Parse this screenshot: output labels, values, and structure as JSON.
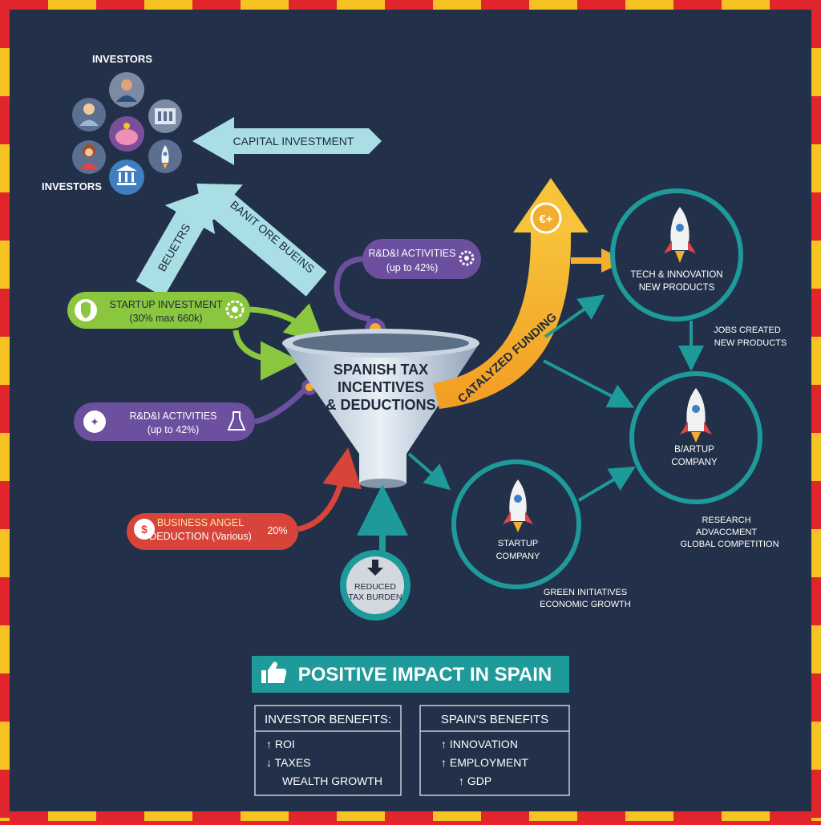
{
  "colors": {
    "background": "#223149",
    "border_red": "#e0262c",
    "border_yellow": "#f6c422",
    "light_arrow": "#a9dfe4",
    "green": "#8bc63f",
    "purple": "#6c4f9e",
    "red": "#d8443a",
    "orange": "#f4ad2f",
    "teal": "#1e9a9a",
    "text_light": "#ffffff",
    "text_dark": "#1e2a3c"
  },
  "investors": {
    "label_top": "INVESTORS",
    "label_bottom": "INVESTORS",
    "icons": [
      "person-icon",
      "businessman-icon",
      "bank-building-icon",
      "piggy-bank-icon",
      "woman-icon",
      "rocket-icon",
      "bank-icon"
    ]
  },
  "flows": {
    "capital_investment": "CAPITAL INVESTMENT",
    "benefits_arrow": "BEUETRS",
    "bank_arrow": "BANIT ORE BUEINS",
    "catalyzed_funding": "CATALYZED FUNDING",
    "euro_symbol": "€+"
  },
  "incentives": {
    "startup_investment": {
      "title": "STARTUP INVESTMENT",
      "detail": "(30% max 660k)"
    },
    "rd_top": {
      "title": "R&D&I ACTIVITIES",
      "detail": "(up to 42%)"
    },
    "rd_left": {
      "title": "R&D&I ACTIVITIES",
      "detail": "(up to 42%)"
    },
    "business_angel": {
      "title": "BUSINESS ANGEL",
      "detail": "DEDUCTION (Various)",
      "rate": "20%"
    }
  },
  "funnel": {
    "line1": "SPANISH TAX",
    "line2": "INCENTIVES",
    "line3": "& DEDUCTIONS"
  },
  "reduced_tax": {
    "line1": "REDUCED",
    "line2": "TAX BURDEN"
  },
  "outcomes": {
    "tech": {
      "line1": "TECH & INNOVATION",
      "line2": "NEW PRODUCTS"
    },
    "startup_right": {
      "line1": "B/ARTUP",
      "line2": "COMPANY"
    },
    "startup_bottom": {
      "line1": "STARTUP",
      "line2": "COMPANY"
    },
    "jobs": {
      "line1": "JOBS CREATED",
      "line2": "NEW PRODUCTS"
    },
    "research": {
      "line1": "RESEARCH",
      "line2": "ADVACCMENT",
      "line3": "GLOBAL COMPETITION"
    },
    "green": {
      "line1": "GREEN INITIATIVES",
      "line2": "ECONOMIC GROWTH"
    }
  },
  "impact": {
    "banner": "POSITIVE IMPACT IN SPAIN",
    "investor_title": "INVESTOR BENEFITS:",
    "investor_items": [
      "↑ ROI",
      "↓ TAXES",
      "WEALTH GROWTH"
    ],
    "spain_title": "SPAIN'S BENEFITS",
    "spain_items": [
      "↑ INNOVATION",
      "↑ EMPLOYMENT",
      "↑ GDP"
    ]
  }
}
